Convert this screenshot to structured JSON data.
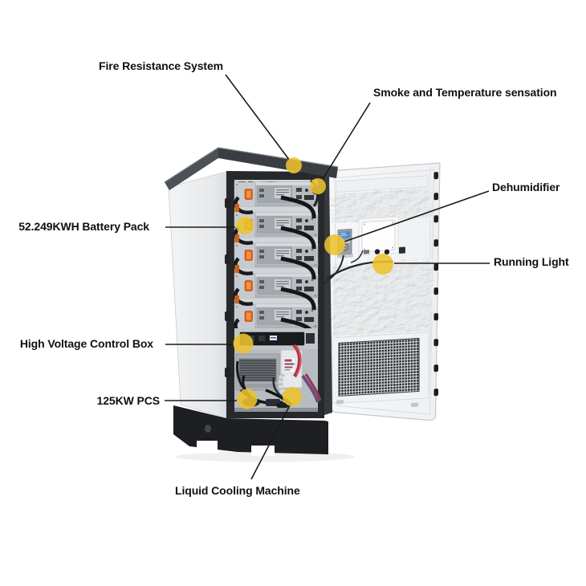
{
  "figure": {
    "accent_color": "#ecc32d",
    "leader_line_color": "#1a1a1a",
    "label_color": "#101010"
  },
  "callouts": [
    {
      "id": "fire-resistance-system",
      "text": "Fire Resistance System"
    },
    {
      "id": "smoke-temperature-sensor",
      "text": "Smoke and Temperature sensation"
    },
    {
      "id": "dehumidifier",
      "text": "Dehumidifier"
    },
    {
      "id": "running-light",
      "text": "Running Light"
    },
    {
      "id": "battery-pack",
      "text": "52.249KWH Battery Pack"
    },
    {
      "id": "high-voltage-control-box",
      "text": "High Voltage Control Box"
    },
    {
      "id": "pcs",
      "text": "125KW PCS"
    },
    {
      "id": "liquid-cooling-machine",
      "text": "Liquid Cooling Machine"
    }
  ]
}
